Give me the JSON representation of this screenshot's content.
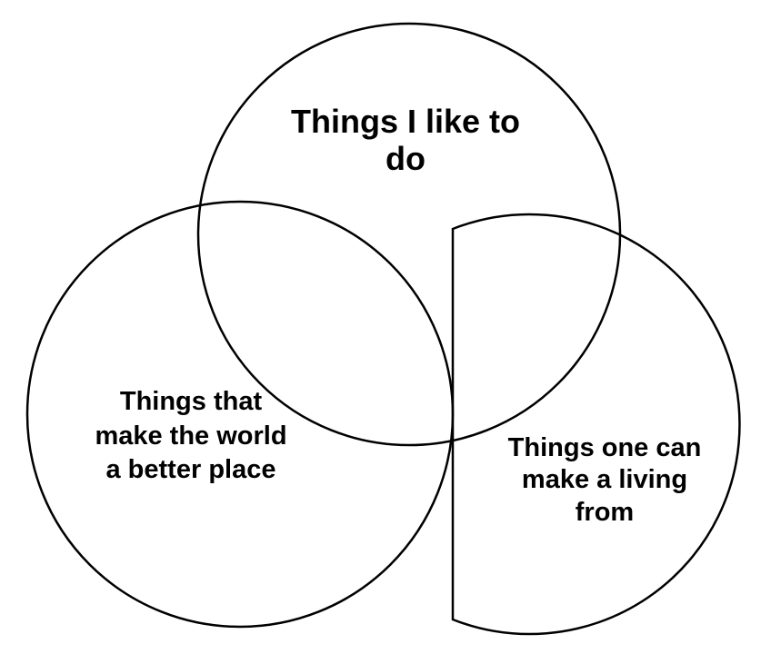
{
  "sets": [
    {
      "id": "like",
      "lines": [
        "Things I like to",
        "do"
      ]
    },
    {
      "id": "better",
      "lines": [
        "Things that",
        "make the world",
        "a better place"
      ]
    },
    {
      "id": "living",
      "lines": [
        "Things one can",
        "make a living",
        "from"
      ]
    }
  ],
  "stroke_color": "#000000"
}
